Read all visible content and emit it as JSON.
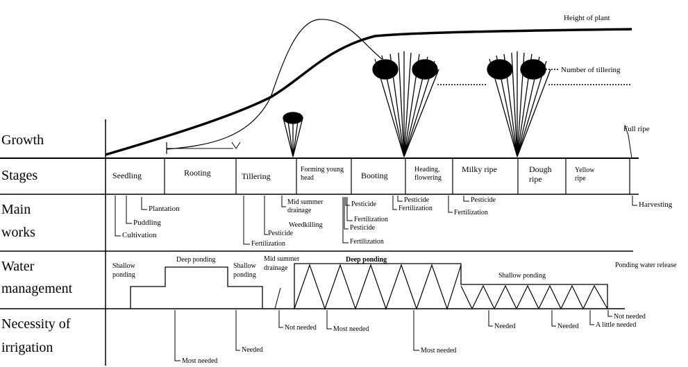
{
  "curves": {
    "height_of_plant": "Height of plant",
    "number_of_tillering": "Number of tillering",
    "full_ripe": "Full ripe"
  },
  "rows": {
    "growth": "Growth",
    "stages": "Stages",
    "main_works_1": "Main",
    "main_works_2": "works",
    "water_1": "Water",
    "water_2": "management",
    "irrigation_1": "Necessity of",
    "irrigation_2": "irrigation"
  },
  "stages": [
    {
      "key": "seedling",
      "label": "Seedling"
    },
    {
      "key": "rooting",
      "label": "Rooting"
    },
    {
      "key": "tillering",
      "label": "Tillering"
    },
    {
      "key": "forming_young_head",
      "label": "Forming young head"
    },
    {
      "key": "booting",
      "label": "Booting"
    },
    {
      "key": "heading_flowering",
      "label": "Heading, flowering"
    },
    {
      "key": "milky_ripe",
      "label": "Milky ripe"
    },
    {
      "key": "dough_ripe",
      "label": "Dough ripe"
    },
    {
      "key": "yellow_ripe",
      "label": "Yellow ripe"
    }
  ],
  "works": {
    "plantation": "Plantation",
    "puddling": "Puddling",
    "cultivation": "Cultivation",
    "fertilization_1": "Fertilization",
    "pesticide_1": "Pesticide",
    "mid_summer_drainage": "Mid summer drainage",
    "weedkilling": "Weedkilling",
    "pesticide_2": "Pesticide",
    "fertilization_2": "Fertilization",
    "pesticide_3": "Pesticide",
    "fertilization_3": "Fertilization",
    "pesticide_4": "Pesticide",
    "fertilization_4": "Fertilization",
    "fertilization_5": "Fertilization",
    "pesticide_5": "Pesticide",
    "harvesting": "Harvesting"
  },
  "water": {
    "shallow_ponding_1": "Shallow ponding",
    "deep_ponding_1": "Deep ponding",
    "shallow_ponding_2": "Shallow ponding",
    "mid_summer_drainage": "Mid summer drainage",
    "deep_ponding_2": "Deep ponding",
    "shallow_ponding_3": "Shallow ponding",
    "ponding_water_release": "Ponding water release"
  },
  "irrigation": {
    "most_needed_1": "Most needed",
    "needed_1": "Needed",
    "not_needed_1": "Not needed",
    "most_needed_2": "Most needed",
    "most_needed_3": "Most needed",
    "needed_2": "Needed",
    "needed_3": "Needed",
    "a_little_needed": "A little needed",
    "not_needed_2": "Not needed"
  }
}
